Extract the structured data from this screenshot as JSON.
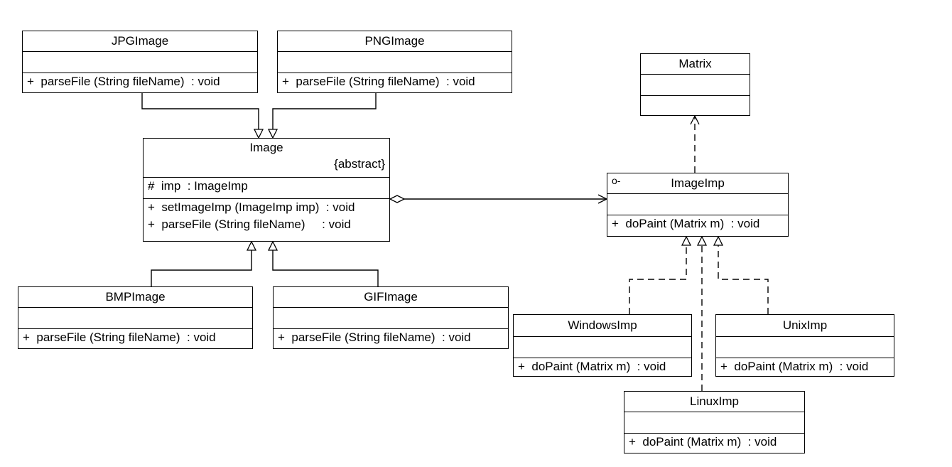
{
  "classes": {
    "jpg": {
      "name": "JPGImage",
      "operations": [
        "+  parseFile (String fileName)  : void"
      ]
    },
    "png": {
      "name": "PNGImage",
      "operations": [
        "+  parseFile (String fileName)  : void"
      ]
    },
    "image": {
      "name": "Image",
      "stereotype": "{abstract}",
      "attributes": [
        "#  imp  : ImageImp"
      ],
      "operations": [
        "+  setImageImp (ImageImp imp)  : void",
        "+  parseFile (String fileName)     : void"
      ]
    },
    "bmp": {
      "name": "BMPImage",
      "operations": [
        "+  parseFile (String fileName)  : void"
      ]
    },
    "gif": {
      "name": "GIFImage",
      "operations": [
        "+  parseFile (String fileName)  : void"
      ]
    },
    "matrix": {
      "name": "Matrix"
    },
    "imageimp": {
      "name": "ImageImp",
      "marker": "o-",
      "operations": [
        "+  doPaint (Matrix m)  : void"
      ]
    },
    "windows": {
      "name": "WindowsImp",
      "operations": [
        "+  doPaint (Matrix m)  : void"
      ]
    },
    "unix": {
      "name": "UnixImp",
      "operations": [
        "+  doPaint (Matrix m)  : void"
      ]
    },
    "linux": {
      "name": "LinuxImp",
      "operations": [
        "+  doPaint (Matrix m)  : void"
      ]
    }
  }
}
